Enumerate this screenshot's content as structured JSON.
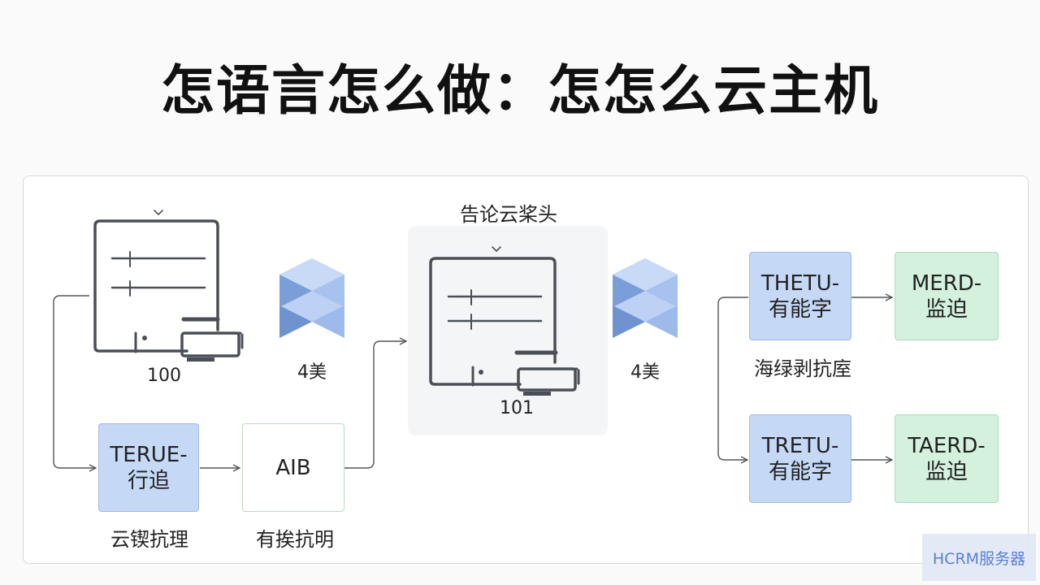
{
  "title": "怎语言怎么做：怎怎么云主机",
  "cloud_title": "告论云桨头",
  "server_1": {
    "caption": "100"
  },
  "server_2": {
    "caption": "101"
  },
  "cube_1": {
    "caption": "4美"
  },
  "cube_2": {
    "caption": "4美"
  },
  "terue_box": {
    "text": "TERUE-\n行追",
    "caption": "云锲抗理"
  },
  "aib_box": {
    "text": "AIB",
    "caption": "有挨抗明"
  },
  "thetu_box": {
    "text": "THETU-\n有能字",
    "caption": "海绿剥抗庢"
  },
  "tretu_box": {
    "text": "TRETU-\n有能字"
  },
  "merd_box": {
    "text": "MERD-\n监迫"
  },
  "taerd_box": {
    "text": "TAERD-\n监迫"
  },
  "watermark": "HCRM服务器",
  "colors": {
    "blue_box": "#c5d8f6",
    "green_box": "#d4f1dd",
    "cube": "#8fb0e6",
    "line": "#444444"
  },
  "icons": [
    "server-rack-icon",
    "cube-stack-icon",
    "arrow-icon"
  ]
}
